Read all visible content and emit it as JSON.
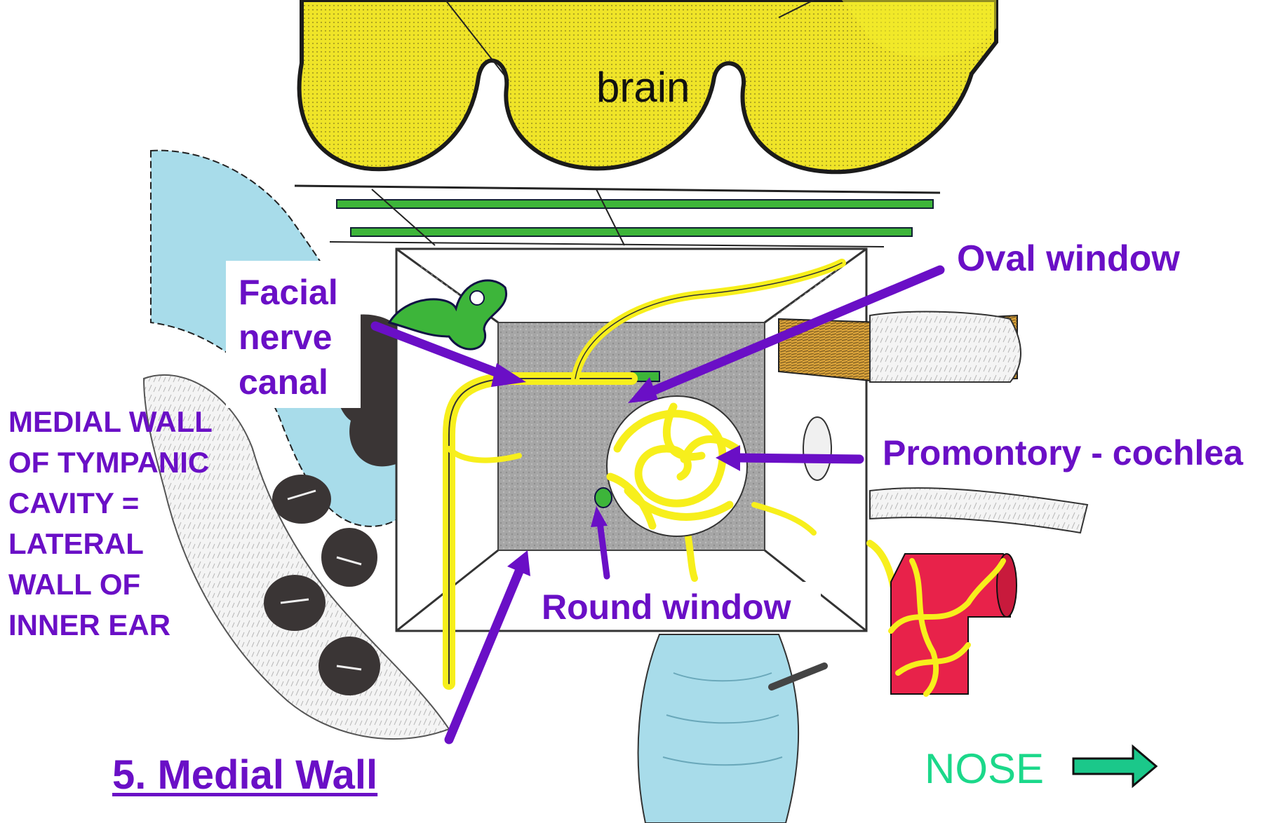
{
  "diagram": {
    "labels": {
      "brain": "brain",
      "facial_nerve_canal": "Facial nerve canal",
      "oval_window": "Oval window",
      "promontory": "Promontory - cochlea",
      "round_window": "Round window",
      "medial_wall_desc": "MEDIAL WALL OF TYMPANIC CAVITY = LATERAL WALL OF INNER EAR",
      "title": "5. Medial Wall",
      "nose": "NOSE"
    },
    "colors": {
      "label_purple": "#6a0fc6",
      "nose_green": "#1bd88a",
      "brain_yellow": "#f2ec2a",
      "nerve_yellow": "#f7ef1c",
      "canal_green": "#3db53a",
      "sky_blue": "#a8dcea",
      "box_gray": "#a9a9a9",
      "artery_red": "#e8224a"
    }
  }
}
